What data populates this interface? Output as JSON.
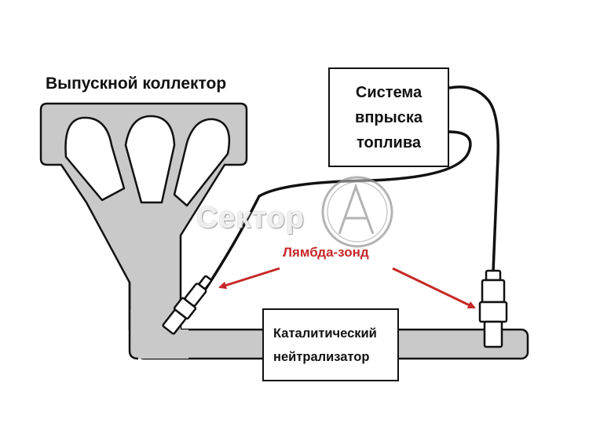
{
  "labels": {
    "manifold": "Выпускной коллектор",
    "injection_lines": [
      "Система",
      "впрыска",
      "топлива"
    ],
    "catalyst_lines": [
      "Каталитический",
      "нейтрализатор"
    ],
    "lambda": "Лямбда-зонд"
  },
  "watermark": {
    "text": "Сектор",
    "logo_letter": "A"
  },
  "colors": {
    "pipe_fill": "#c9c9c9",
    "outline": "#111111",
    "arrow": "#c62828",
    "background": "#ffffff"
  }
}
